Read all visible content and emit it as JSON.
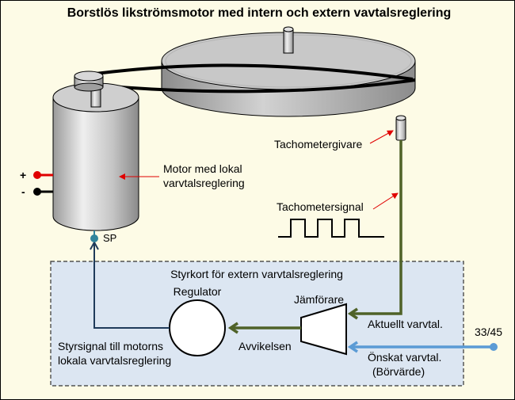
{
  "title": "Borstlös likströmsmotor med intern och extern vavtalsreglering",
  "labels": {
    "tachometer_sensor": "Tachometergivare",
    "motor_line1": "Motor med lokal",
    "motor_line2": "varvtalsreglering",
    "tachometer_signal": "Tachometersignal",
    "plus": "+",
    "minus": "-",
    "sp": "SP",
    "board_title": "Styrkort för extern varvtalsreglering",
    "regulator": "Regulator",
    "comparator": "Jämförare",
    "actual_speed": "Aktuellt varvtal.",
    "deviation": "Avvikelsen",
    "desired_speed": "Önskat varvtal.",
    "setpoint_paren": "(Börvärde)",
    "setpoint_value": "33/45",
    "control_line1": "Styrsignal till motorns",
    "control_line2": "lokala varvtalsreglering"
  },
  "colors": {
    "background": "#fdfbe6",
    "board_fill": "#dce6f2",
    "motor_signal": "#1f3b5a",
    "tacho_signal": "#4f6228",
    "setpoint_signal": "#5b9bd5",
    "plus_terminal": "#e00000",
    "sp_dot": "#31859c",
    "pointer": "#e00000"
  }
}
